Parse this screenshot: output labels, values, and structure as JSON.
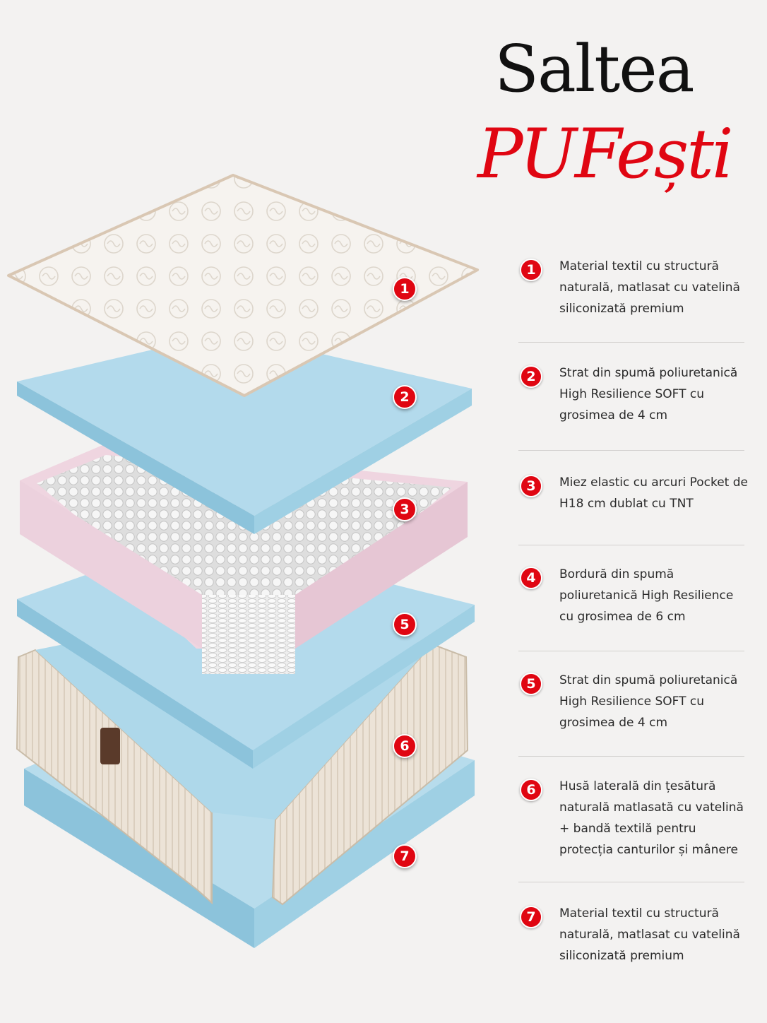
{
  "title": {
    "line1": "Saltea",
    "line2": "PUFești"
  },
  "colors": {
    "accent": "#e00612",
    "foam": "#aed8ea",
    "quilt": "#f6f2ee",
    "border_foam": "#ecd1dd",
    "springs": "#e4e4e4",
    "side_fabric": "#e8dfd2"
  },
  "layers": [
    {
      "number": "1",
      "description": "Material textil cu structură naturală, matlasat cu vatelină siliconizată premium"
    },
    {
      "number": "2",
      "description": "Strat din spumă poliuretanică High Resilience SOFT cu grosimea de 4 cm"
    },
    {
      "number": "3",
      "description": "Miez elastic cu arcuri Pocket de H18 cm dublat cu TNT"
    },
    {
      "number": "4",
      "description": "Bordură din spumă poliuretanică High Resilience cu grosimea de 6 cm"
    },
    {
      "number": "5",
      "description": "Strat din spumă poliuretanică High Resilience SOFT cu grosimea de 4 cm"
    },
    {
      "number": "6",
      "description": "Husă laterală din țesătură naturală matlasată cu vatelină + bandă textilă pentru protecția canturilor și mânere"
    },
    {
      "number": "7",
      "description": "Material textil cu structură naturală, matlasat cu vatelină siliconizată premium"
    }
  ]
}
